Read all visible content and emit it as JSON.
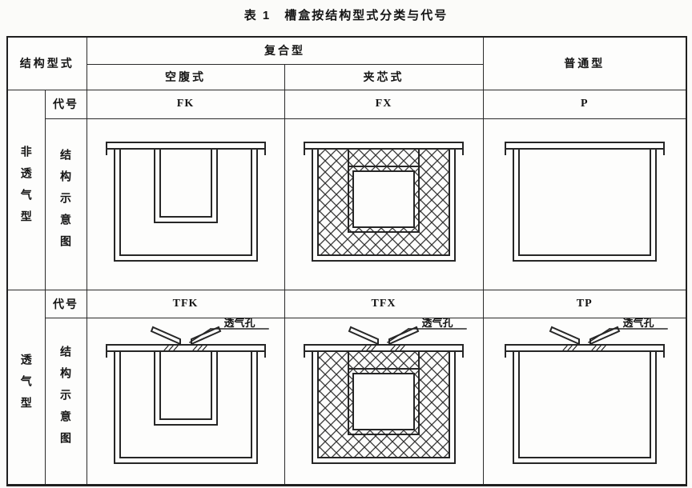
{
  "page": {
    "background": "#fbfbf9",
    "line_color": "#262626",
    "description_of_content": "Scanned standards document table: classification of trunking (cable boxes) by structural type with code designations, including six structural schematic cross-section diagrams"
  },
  "title": "表 1　槽盒按结构型式分类与代号",
  "table": {
    "header": {
      "structure_type": "结构型式",
      "composite": "复合型",
      "hollow": "空腹式",
      "sandwich": "夹芯式",
      "ordinary": "普通型"
    },
    "row_labels": {
      "code": "代号",
      "diagram": "结构示意图",
      "non_vented": "非透气型",
      "vented": "透气型"
    },
    "codes": {
      "non_vented": [
        "FK",
        "FX",
        "P"
      ],
      "vented": [
        "TFK",
        "TFX",
        "TP"
      ]
    },
    "diagram_annotation": "透气孔"
  }
}
